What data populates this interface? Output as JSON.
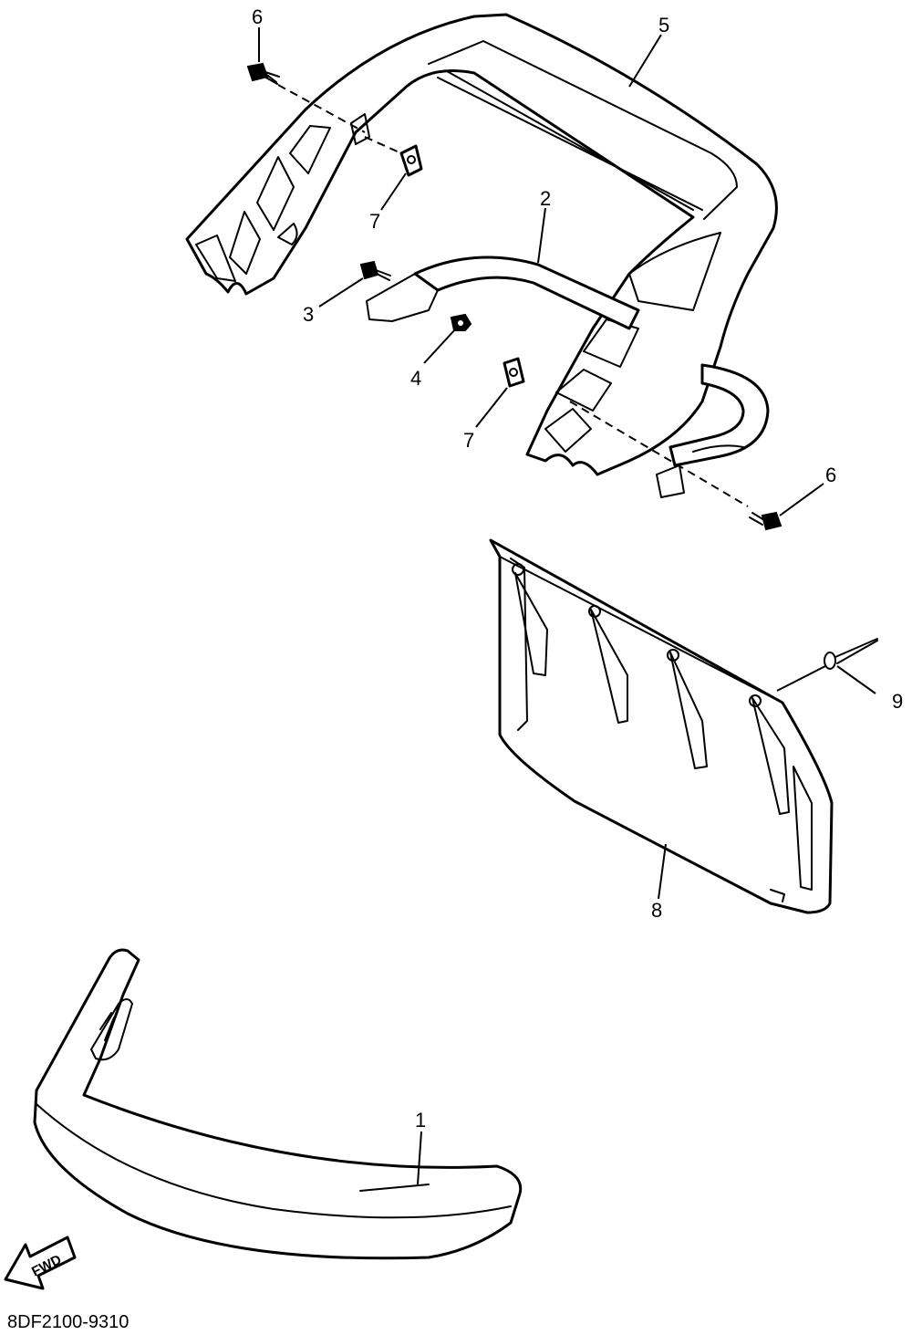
{
  "diagram_code": "8DF2100-9310",
  "fwd_label": "FWD",
  "callouts": {
    "c1": "1",
    "c2": "2",
    "c3": "3",
    "c4": "4",
    "c5": "5",
    "c6a": "6",
    "c6b": "6",
    "c7a": "7",
    "c7b": "7",
    "c8": "8",
    "c9": "9"
  }
}
